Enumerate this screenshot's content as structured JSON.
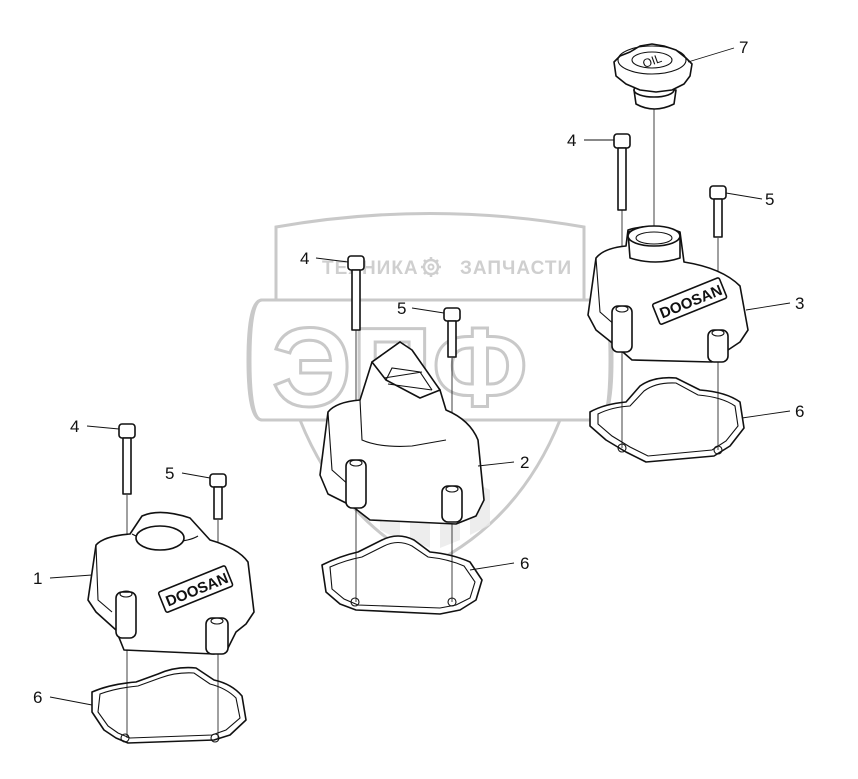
{
  "watermark": {
    "top_left": "ТЕХНИКА",
    "top_right": "ЗАПЧАСТИ",
    "big": "ЭПФ",
    "gear_icon": "gear-icon"
  },
  "brand_text": "DOOSAN",
  "cap_text": "OIL",
  "callouts": {
    "c1": "1",
    "c2": "2",
    "c3": "3",
    "c4a": "4",
    "c4b": "4",
    "c4c": "4",
    "c5a": "5",
    "c5b": "5",
    "c5c": "5",
    "c6a": "6",
    "c6b": "6",
    "c6c": "6",
    "c7": "7"
  }
}
